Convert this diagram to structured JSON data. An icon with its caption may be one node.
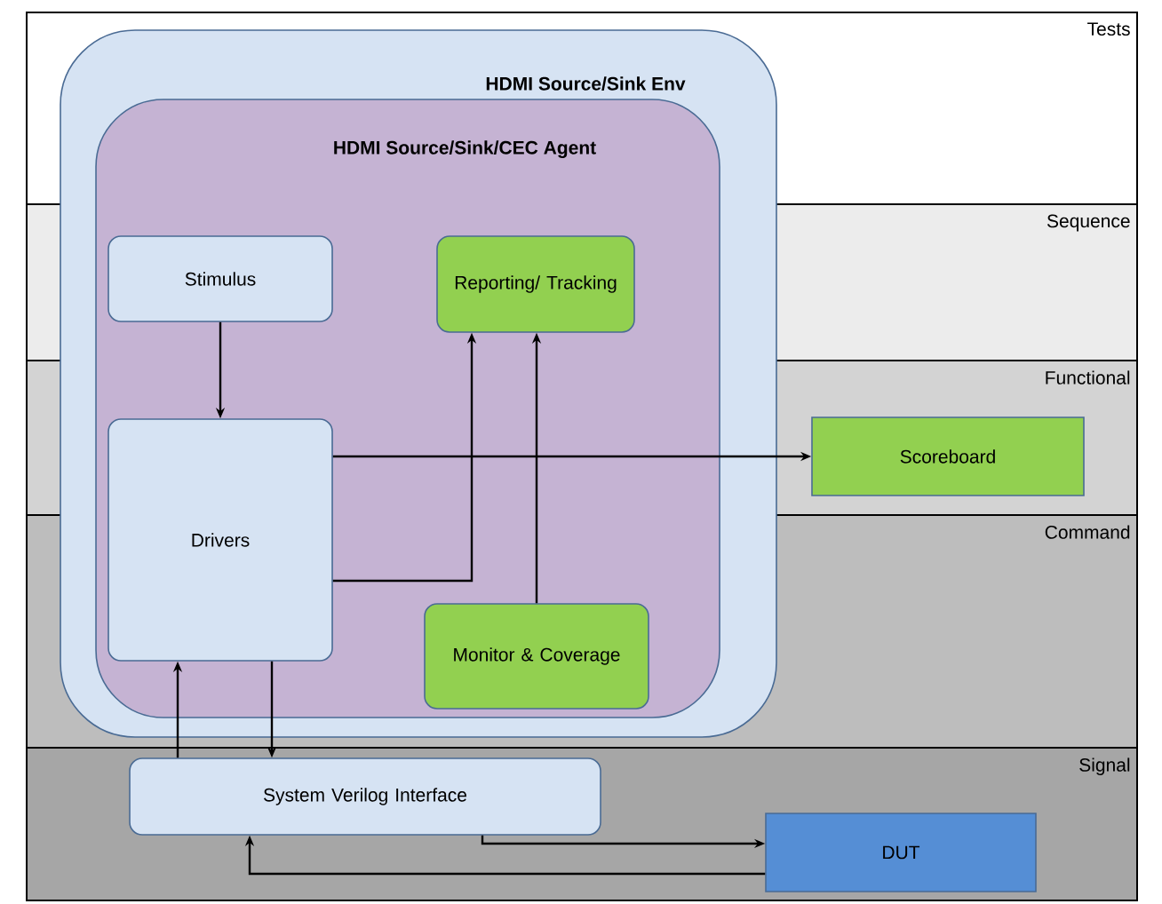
{
  "diagram": {
    "nodes": [
      {
        "text": [
          "HDMI Source/Sink Env"
        ]
      },
      {
        "text": [
          "HDMI Source/Sink/CEC Agent"
        ],
        "in": 0
      },
      {
        "text": [
          "Stimulus"
        ],
        "in": 1
      },
      {
        "text": [
          "Reporting/ Tracking"
        ],
        "in": 1
      },
      {
        "text": [
          "Drivers"
        ],
        "in": 1
      },
      {
        "text": [
          "Monitor & Coverage"
        ],
        "in": 1
      },
      {
        "text": [
          "Scoreboard"
        ]
      },
      {
        "text": [
          "System Verilog Interface"
        ]
      },
      {
        "text": [
          "DUT"
        ]
      }
    ],
    "edges": [
      {
        "from": 2,
        "to": 4,
        "arrow": "to"
      },
      {
        "from": 4,
        "to": 3,
        "arrow": "to"
      },
      {
        "from": 5,
        "to": 3,
        "arrow": "to"
      },
      {
        "from": 4,
        "to": 6,
        "arrow": "to"
      },
      {
        "from": 7,
        "to": 4,
        "arrow": "to"
      },
      {
        "from": 4,
        "to": 7,
        "arrow": "to"
      },
      {
        "from": 7,
        "to": 8,
        "arrow": "to"
      },
      {
        "from": 8,
        "to": 7,
        "arrow": "to"
      }
    ],
    "labels": [
      "Tests",
      "Sequence",
      "Functional",
      "Command",
      "Signal"
    ]
  }
}
